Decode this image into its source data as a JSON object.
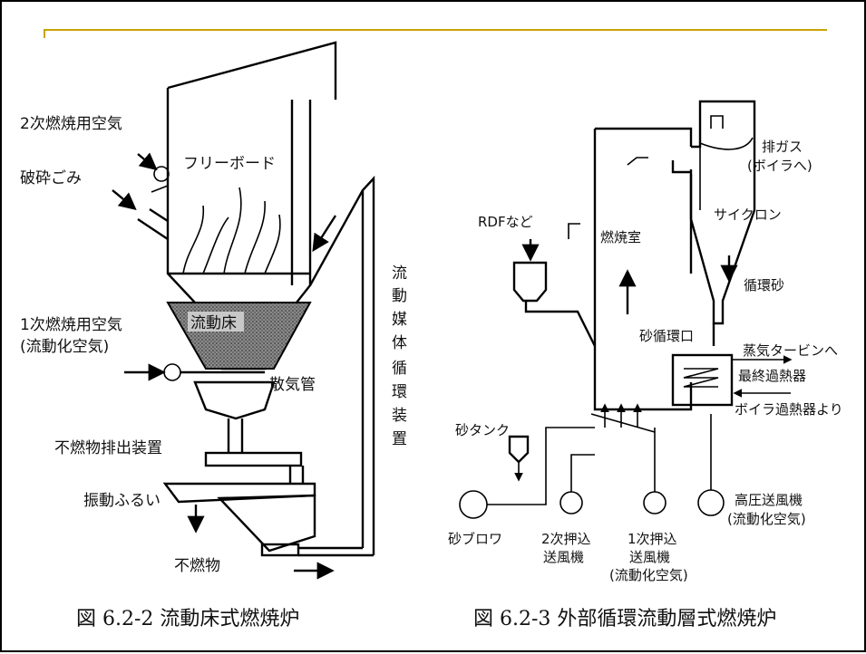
{
  "left_diagram": {
    "secondary_air": "2次燃焼用空気",
    "crushed_waste": "破砕ごみ",
    "freeboard": "フリーボード",
    "fluidized_bed": "流動床",
    "primary_air": "1次燃焼用空気",
    "fluidizing_air": "(流動化空気)",
    "diffuser_pipe": "散気管",
    "circulation_device": [
      "流",
      "動",
      "媒",
      "体",
      "循",
      "環",
      "装",
      "置"
    ],
    "noncombustible_discharge": "不燃物排出装置",
    "vibrating_sieve": "振動ふるい",
    "noncombustibles": "不燃物",
    "caption": "図 6.2-2  流動床式燃焼炉"
  },
  "right_diagram": {
    "exhaust_gas": "排ガス",
    "to_boiler": "(ボイラへ)",
    "cyclone": "サイクロン",
    "rdf_etc": "RDFなど",
    "combustion_chamber": "燃焼室",
    "circulating_sand": "循環砂",
    "sand_return": "砂循環口",
    "to_steam_turbine": "蒸気タービンへ",
    "final_superheater": "最終過熱器",
    "from_boiler_superheater": "ボイラ過熱器より",
    "sand_tank": "砂タンク",
    "sand_blower": "砂ブロワ",
    "secondary_blower_1": "2次押込",
    "secondary_blower_2": "送風機",
    "primary_blower_1": "1次押込",
    "primary_blower_2": "送風機",
    "primary_blower_3": "(流動化空気)",
    "hp_blower_1": "高圧送風機",
    "hp_blower_2": "(流動化空気)",
    "caption": "図 6.2-3  外部循環流動層式燃焼炉"
  }
}
